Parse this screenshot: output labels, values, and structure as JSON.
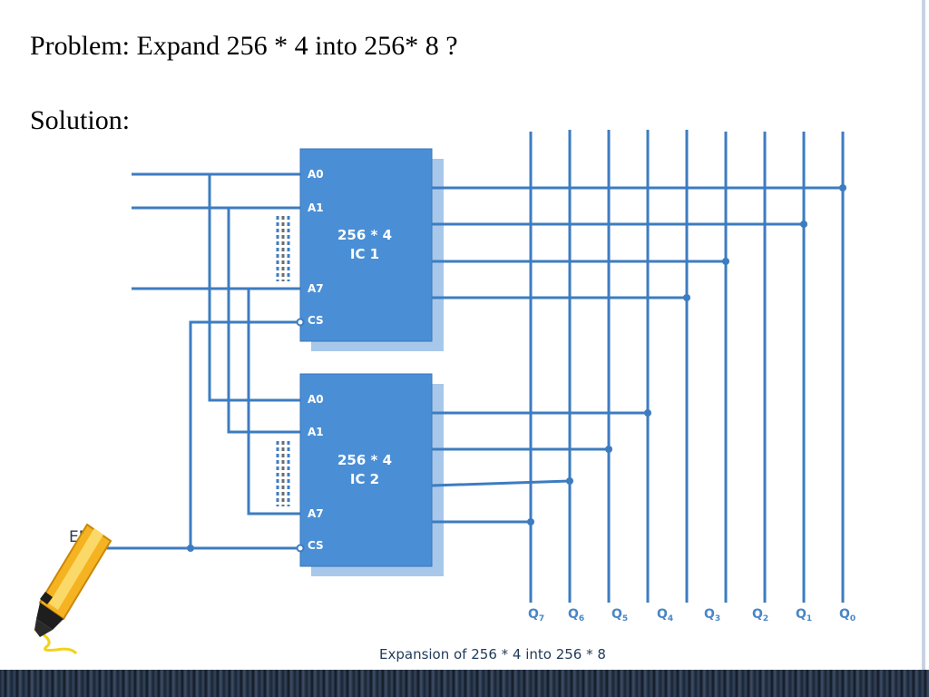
{
  "slide": {
    "problem_text": "Problem: Expand 256 * 4 into 256* 8 ?",
    "solution_text": "Solution:",
    "caption": "Expansion of 256 * 4 into 256 * 8"
  },
  "chips": [
    {
      "line1": "256 * 4",
      "line2": "IC 1",
      "pins": [
        "A0",
        "A1",
        "A7",
        "CS"
      ]
    },
    {
      "line1": "256 * 4",
      "line2": "IC 2",
      "pins": [
        "A0",
        "A1",
        "A7",
        "CS"
      ]
    }
  ],
  "outputs": [
    {
      "q": "Q",
      "sub": "7"
    },
    {
      "q": "Q",
      "sub": "6"
    },
    {
      "q": "Q",
      "sub": "5"
    },
    {
      "q": "Q",
      "sub": "4"
    },
    {
      "q": "Q",
      "sub": "3"
    },
    {
      "q": "Q",
      "sub": "2"
    },
    {
      "q": "Q",
      "sub": "1"
    },
    {
      "q": "Q",
      "sub": "0"
    }
  ],
  "enable_label": "EN",
  "colors": {
    "wire": "#3d7cc1",
    "chip": "#4a8fd6",
    "chip_shadow": "#a7c8ea",
    "highlighter_body": "#f5b321",
    "highlighter_tip": "#1e1e1e"
  }
}
